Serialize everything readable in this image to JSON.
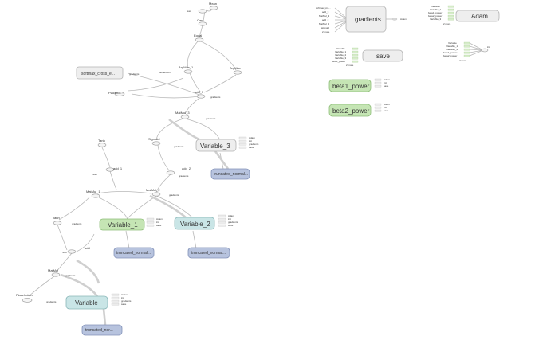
{
  "graph": {
    "ops": {
      "mean": "Mean",
      "sum": "Sum",
      "cast": "Cast",
      "equal": "Equal",
      "argmax": "ArgMax",
      "argmax_1": "ArgMax_1",
      "dimension": "dimension",
      "add_3": "add_3",
      "matmul_3": "MatMul_3",
      "sigmoid": "Sigmoid",
      "add_2": "add_2",
      "tanh_top": "Tanh",
      "add_1": "add_1",
      "matmul_1": "MatMul_1",
      "matmul_2": "MatMul_2",
      "tanh": "Tanh",
      "add": "add",
      "matmul": "MatMul",
      "placeholder": "Placeholder",
      "placeholder_1": "Placehol...",
      "gradients": "gradients"
    },
    "nodes": {
      "softmax": "softmax_cross_e...",
      "variable_3": "Variable_3",
      "variable_1": "Variable_1",
      "variable_2": "Variable_2",
      "variable": "Variable",
      "trunc_3": "truncated_normal...",
      "trunc_1": "truncated_normal...",
      "trunc_2": "truncated_normal...",
      "trunc_0": "truncated_nor..."
    },
    "var_ports": [
      "Adam",
      "init",
      "gradients",
      "save"
    ],
    "aux": {
      "gradients": "gradients",
      "adam": "Adam",
      "save": "save",
      "beta1": "beta1_power",
      "beta2": "beta2_power",
      "grad_out": "Adam",
      "init": "init",
      "gradients_inputs": [
        "softmax_cro...",
        "add_3",
        "MatMul_3",
        "add_2",
        "MatMul_2",
        "Sigmoid",
        "2 more"
      ],
      "adam_inputs": [
        "Variable",
        "Variable_1",
        "beta1_power",
        "beta2_power",
        "Variable_3",
        "2 more"
      ],
      "save_inputs": [
        "Variable",
        "Variable_1",
        "Variable_2",
        "Variable_3",
        "beta1_power",
        "2 more"
      ],
      "init_inputs": [
        "Variable",
        "Variable_1",
        "Variable_2",
        "beta1_power",
        "beta2_power",
        "2 more"
      ],
      "beta_ports": [
        "Adam",
        "init",
        "save"
      ]
    }
  }
}
